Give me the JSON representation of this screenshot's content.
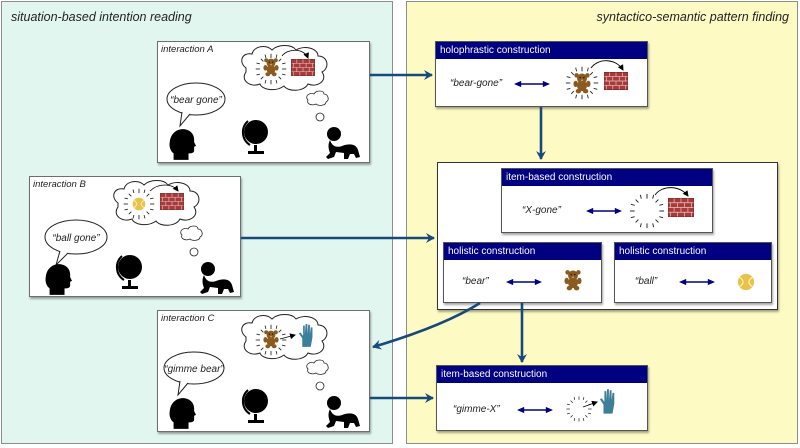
{
  "colors": {
    "left_panel_bg": "#e2f6f0",
    "right_panel_bg": "#fdfbc3",
    "header_bg": "#000080",
    "arrow": "#174a7c",
    "bear": "#8b5a1e",
    "brick": "#a83a3a",
    "ball": "#e8c24a",
    "hand": "#3f7e9a"
  },
  "left_panel": {
    "title": "situation-based intention reading",
    "interactions": [
      {
        "label": "interaction A",
        "speech": "“bear gone”",
        "thought": "bear disappears behind wall"
      },
      {
        "label": "interaction B",
        "speech": "“ball gone”",
        "thought": "ball disappears behind wall"
      },
      {
        "label": "interaction C",
        "speech": "“gimme bear”",
        "thought": "bear handed over"
      }
    ]
  },
  "right_panel": {
    "title": "syntactico-semantic pattern finding",
    "constructions": {
      "holophrastic": {
        "title": "holophrastic construction",
        "word": "“bear-gone”"
      },
      "item_gone": {
        "title": "item-based construction",
        "word": "“X-gone”"
      },
      "holistic_bear": {
        "title": "holistic construction",
        "word": "“bear”"
      },
      "holistic_ball": {
        "title": "holistic construction",
        "word": "“ball”"
      },
      "item_gimme": {
        "title": "item-based construction",
        "word": "“gimme-X”"
      }
    }
  },
  "icons": {
    "head": "person-head-silhouette",
    "globe": "globe",
    "baby": "crawling-baby-silhouette",
    "bear": "teddy-bear",
    "ball": "tennis-ball",
    "brick": "brick-wall",
    "hand": "open-hand",
    "link": "double-headed-arrow"
  }
}
